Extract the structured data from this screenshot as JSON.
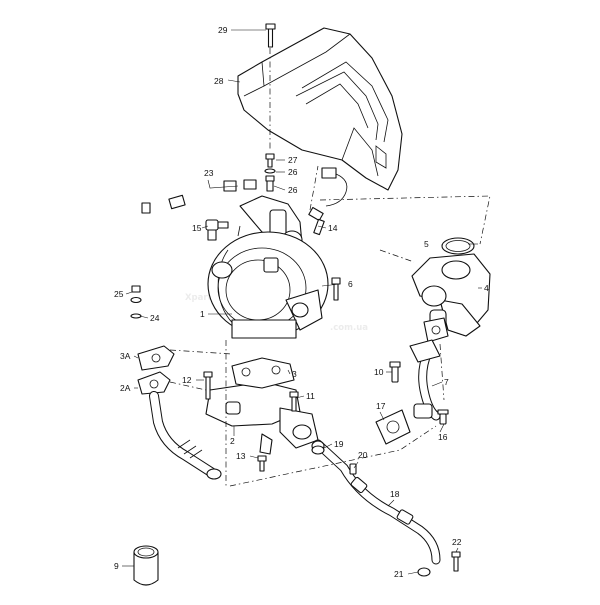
{
  "watermark": {
    "brand": "Xparts",
    "domain": ".com.ua"
  },
  "callouts": {
    "c1": "1",
    "c2": "2",
    "c2a": "2A",
    "c3": "3",
    "c3a": "3A",
    "c4": "4",
    "c5": "5",
    "c6": "6",
    "c7": "7",
    "c9": "9",
    "c10": "10",
    "c11": "11",
    "c12": "12",
    "c13": "13",
    "c14": "14",
    "c15": "15",
    "c16": "16",
    "c17": "17",
    "c18": "18",
    "c19": "19",
    "c20": "20",
    "c21": "21",
    "c22": "22",
    "c23": "23",
    "c24": "24",
    "c25": "25",
    "c26a": "26",
    "c26b": "26",
    "c27": "27",
    "c28": "28",
    "c29": "29"
  }
}
